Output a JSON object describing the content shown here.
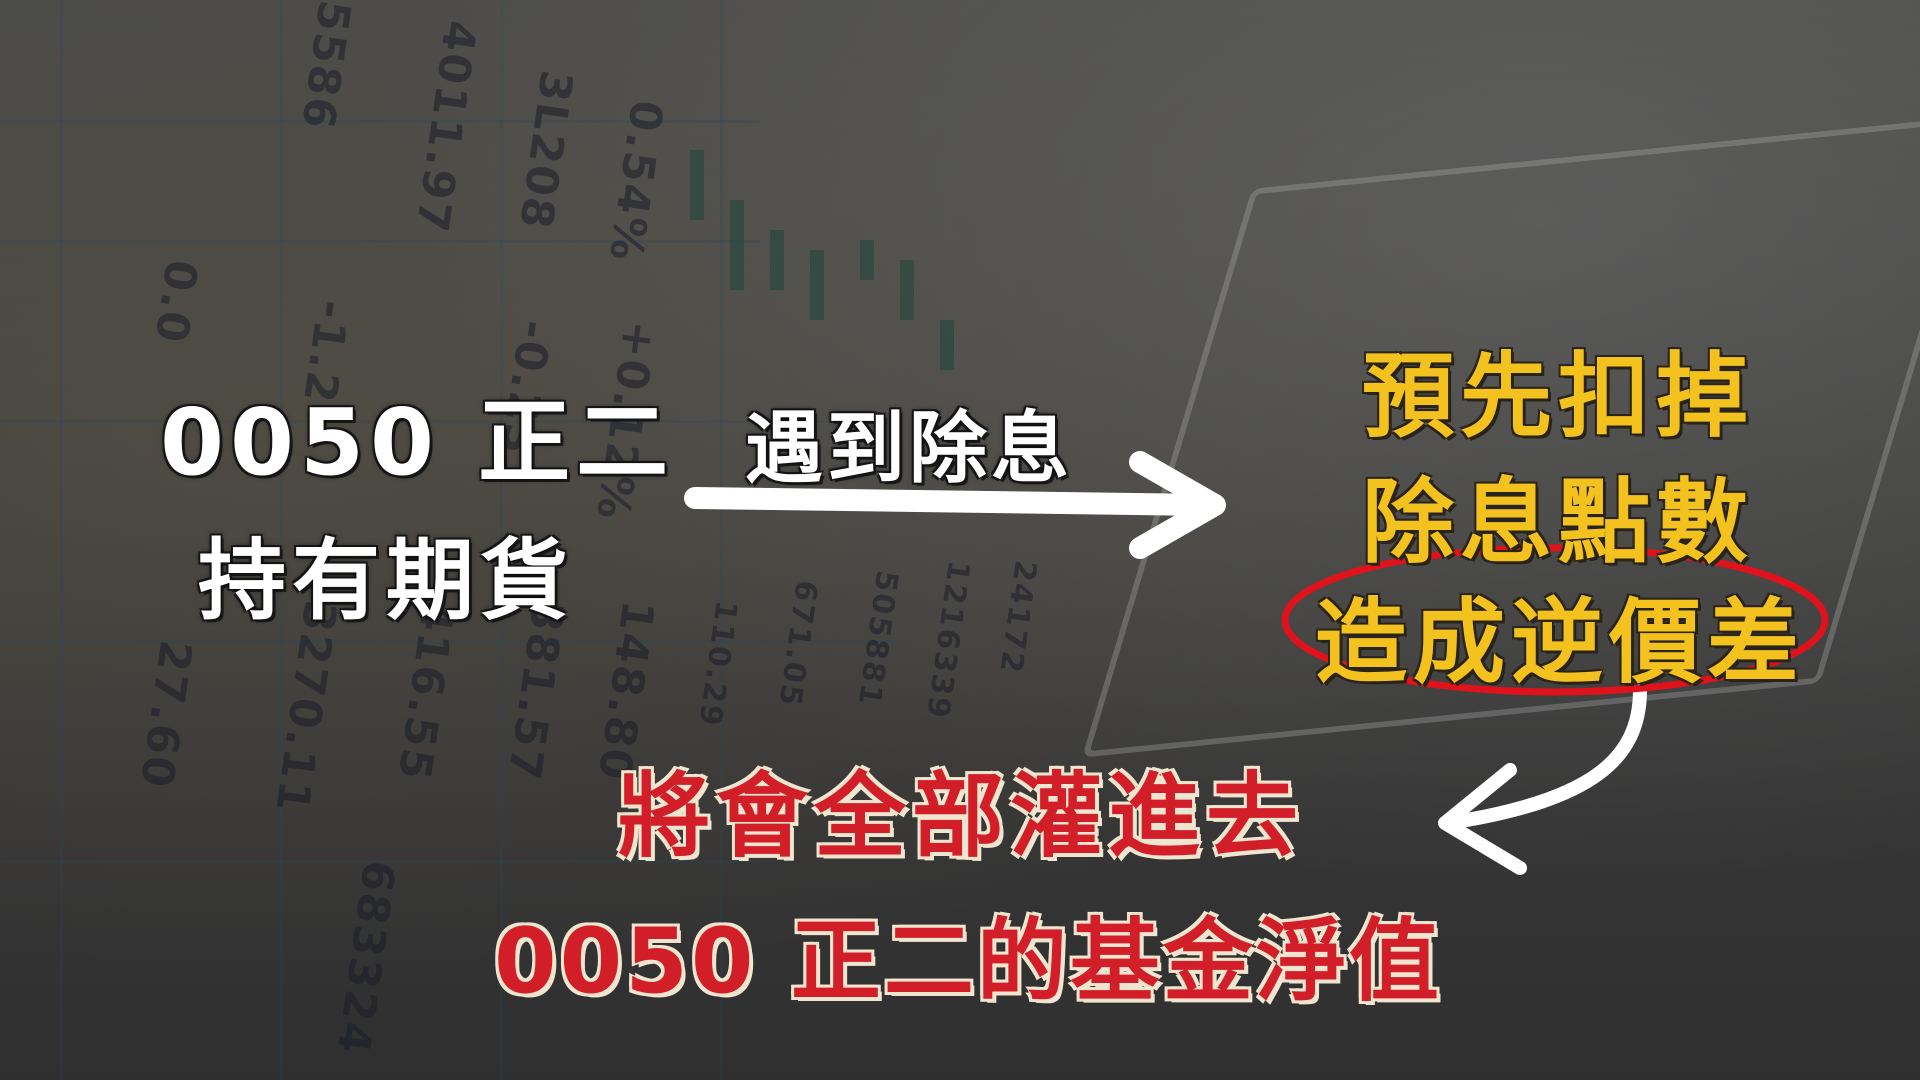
{
  "left_block": {
    "line1": "0050 正二",
    "line2": "持有期貨"
  },
  "arrow_label": "遇到除息",
  "right_block": {
    "line1": "預先扣掉",
    "line2": "除息點數",
    "line3": "造成逆價差"
  },
  "bottom_block": {
    "line1": "將會全部灌進去",
    "line2": "0050 正二的基金淨值"
  },
  "colors": {
    "white_text": "#ffffff",
    "yellow_text": "#f4c21e",
    "red_text": "#d21e28",
    "highlight_ellipse": "#e0121c",
    "arrow": "#ffffff"
  },
  "background_numbers": [
    "0.0",
    "-1.2",
    "-0.23",
    "+0.12%",
    "148.80",
    "110.29",
    "671.05",
    "505881",
    "1216339",
    "24172",
    "27.60",
    "3270.11",
    "416.55",
    "381.57",
    "4011.97",
    "683324",
    "5586",
    "3L208",
    "0.54%"
  ]
}
